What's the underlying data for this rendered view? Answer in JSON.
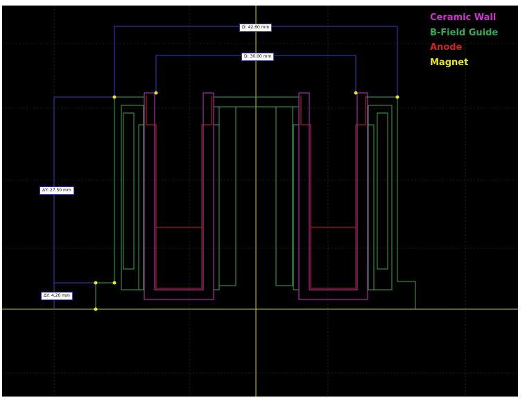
{
  "legend": [
    {
      "label": "Ceramic Wall",
      "color": "#cc33cc"
    },
    {
      "label": "B-Field Guide",
      "color": "#33aa55"
    },
    {
      "label": "Anode",
      "color": "#cc2222"
    },
    {
      "label": "Magnet",
      "color": "#e8e820"
    }
  ],
  "dimensions": {
    "outer_diameter": "D: 42.60 mm",
    "inner_diameter": "D: 30.00 mm",
    "height": "ΔY: 27.50 mm",
    "base_offset": "ΔY: 4.20 mm"
  },
  "colors": {
    "background": "#000000",
    "grid": "#3a3a3a",
    "axis": "#c8c83a",
    "dimension_line": "#3b3bd0",
    "ceramic": "#cc33cc",
    "bfield": "#33aa55",
    "anode": "#cc2222",
    "magnet": "#e8e820"
  }
}
